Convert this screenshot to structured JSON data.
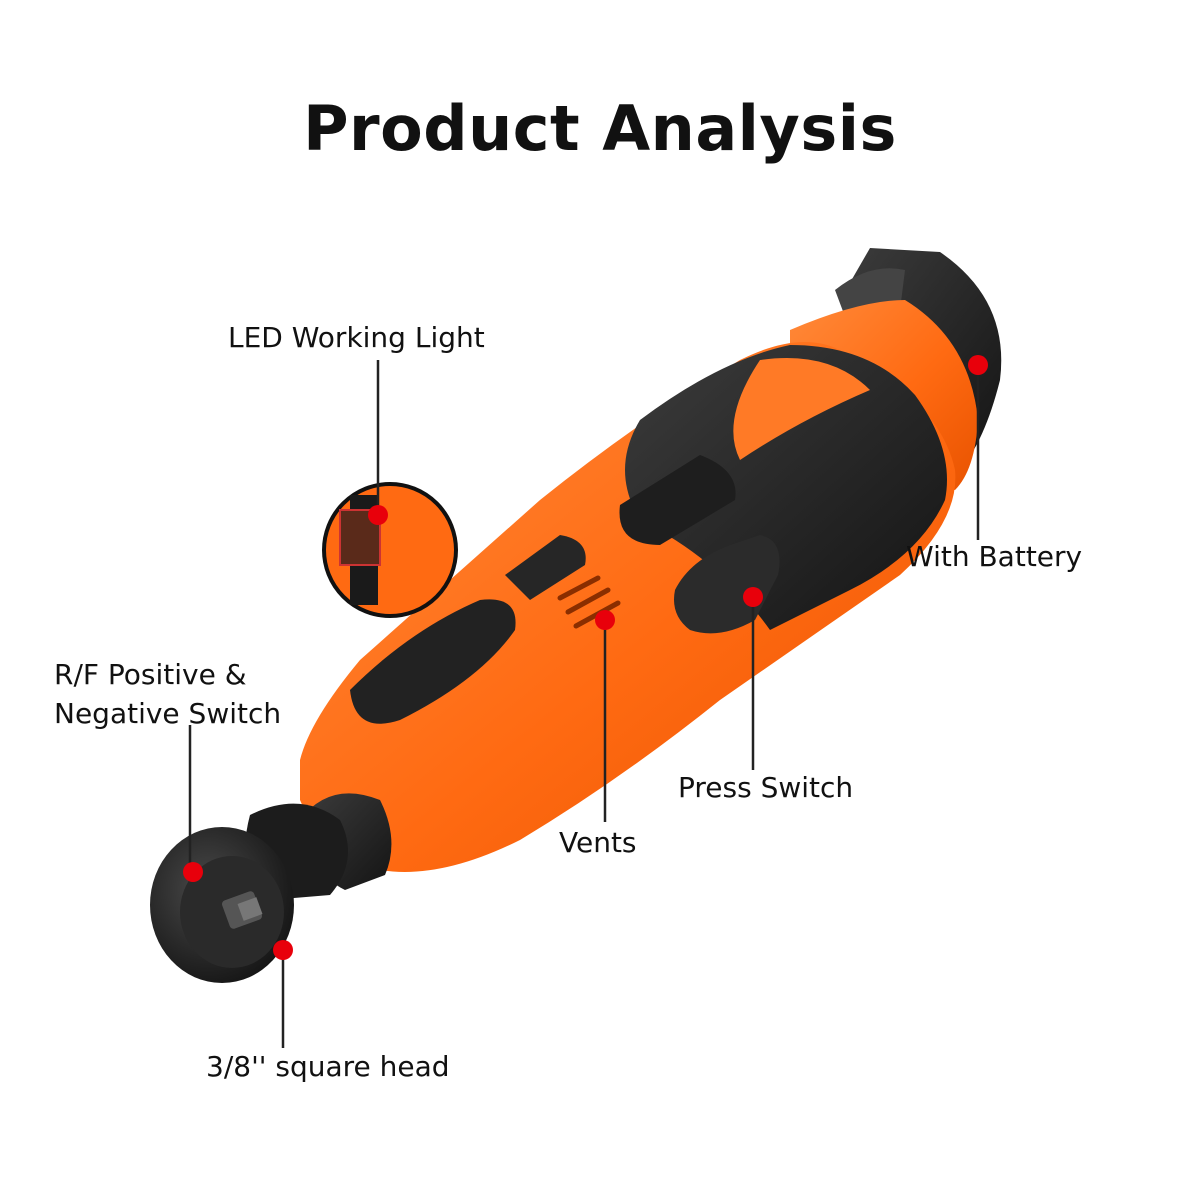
{
  "title": "Product Analysis",
  "labels": {
    "led_light": "LED Working Light",
    "battery": "With Battery",
    "rf_switch_line1": "R/F Positive &",
    "rf_switch_line2": "Negative Switch",
    "press_switch": "Press Switch",
    "vents": "Vents",
    "square_head": "3/8'' square head"
  },
  "colors": {
    "body_orange": "#ff6a1a",
    "grip_black": "#2a2a2a",
    "callout_dot": "#e8000b",
    "leader_line": "#222222"
  }
}
